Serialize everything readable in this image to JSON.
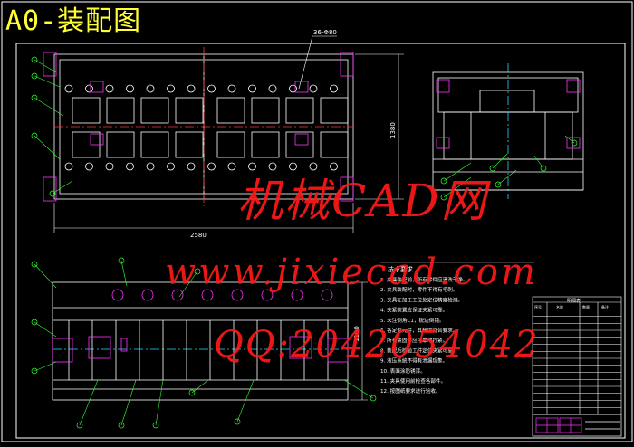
{
  "title": "A0-装配图",
  "dims": {
    "top_bolt": "36-Φ80",
    "width_top": "2580",
    "height_top": "1380",
    "height_bottom": "1100"
  },
  "tech_req": {
    "heading": "技术要求",
    "lines": [
      "1. 夹具装配前，所有零件应清洗干净。",
      "2. 夹具装配时，零件不得有毛刺。",
      "3. 夹具在加工工位处定位精度检测。",
      "4. 夹紧装置应保证夹紧可靠。",
      "5. 未注倒角C1，锐边倒钝。",
      "6. 各定位元件，其精度符合要求。",
      "7. 所有紧固件应可靠地拧紧。",
      "8. 装配后检验工件定位夹紧可靠。",
      "9. 液压系统不得有泄漏现象。",
      "10. 表面涂防锈漆。",
      "11. 夹具使用前检查各部件。",
      "12. 按图纸要求进行验收。"
    ]
  },
  "bom": {
    "title": "明细表",
    "headers": [
      "序号",
      "名称",
      "数量",
      "备注"
    ]
  },
  "watermark": {
    "line1": "机械CAD网",
    "line2": "www.jixiecad.com",
    "line3": "QQ:2042054042"
  },
  "colors": {
    "background": "#000000",
    "title": "#ffff33",
    "frame": "#ffffff",
    "drawing": "#ffffff",
    "accent_red": "#ff1a1a",
    "leader_green": "#33ff33",
    "center_cyan": "#22ddff",
    "block_magenta": "#ff33ff"
  }
}
